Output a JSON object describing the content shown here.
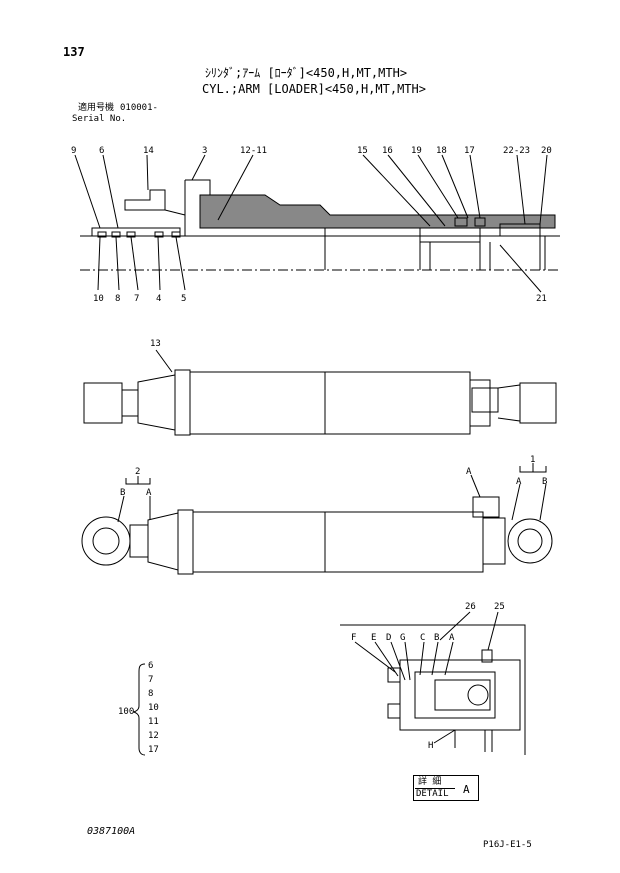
{
  "page": {
    "number": "137",
    "title_jp": "ｼﾘﾝﾀﾞ;ｱｰﾑ [ﾛｰﾀﾞ]<450,H,MT,MTH>",
    "title_en": "CYL.;ARM [LOADER]<450,H,MT,MTH>",
    "serial_label_jp": "適用号機",
    "serial_value": "010001-",
    "serial_label_en": "Serial No.",
    "doc_id": "0387100A",
    "page_code": "P16J-E1-5"
  },
  "section_view": {
    "top_labels": [
      "9",
      "6",
      "14",
      "3",
      "12-11",
      "15",
      "16",
      "19",
      "18",
      "17",
      "22-23",
      "20"
    ],
    "bottom_labels": [
      "10",
      "8",
      "7",
      "4",
      "5",
      "21"
    ]
  },
  "side_view": {
    "labels": [
      "13"
    ]
  },
  "end_view": {
    "labels": [
      "2",
      "B",
      "A",
      "A",
      "1",
      "A",
      "B"
    ]
  },
  "kit": {
    "number": "100",
    "items": [
      "6",
      "7",
      "8",
      "10",
      "11",
      "12",
      "17"
    ]
  },
  "detail": {
    "labels": [
      "26",
      "25",
      "F",
      "E",
      "D",
      "G",
      "C",
      "B",
      "A",
      "H"
    ],
    "caption_jp": "詳 細",
    "caption_en": "DETAIL",
    "caption_ref": "A"
  }
}
